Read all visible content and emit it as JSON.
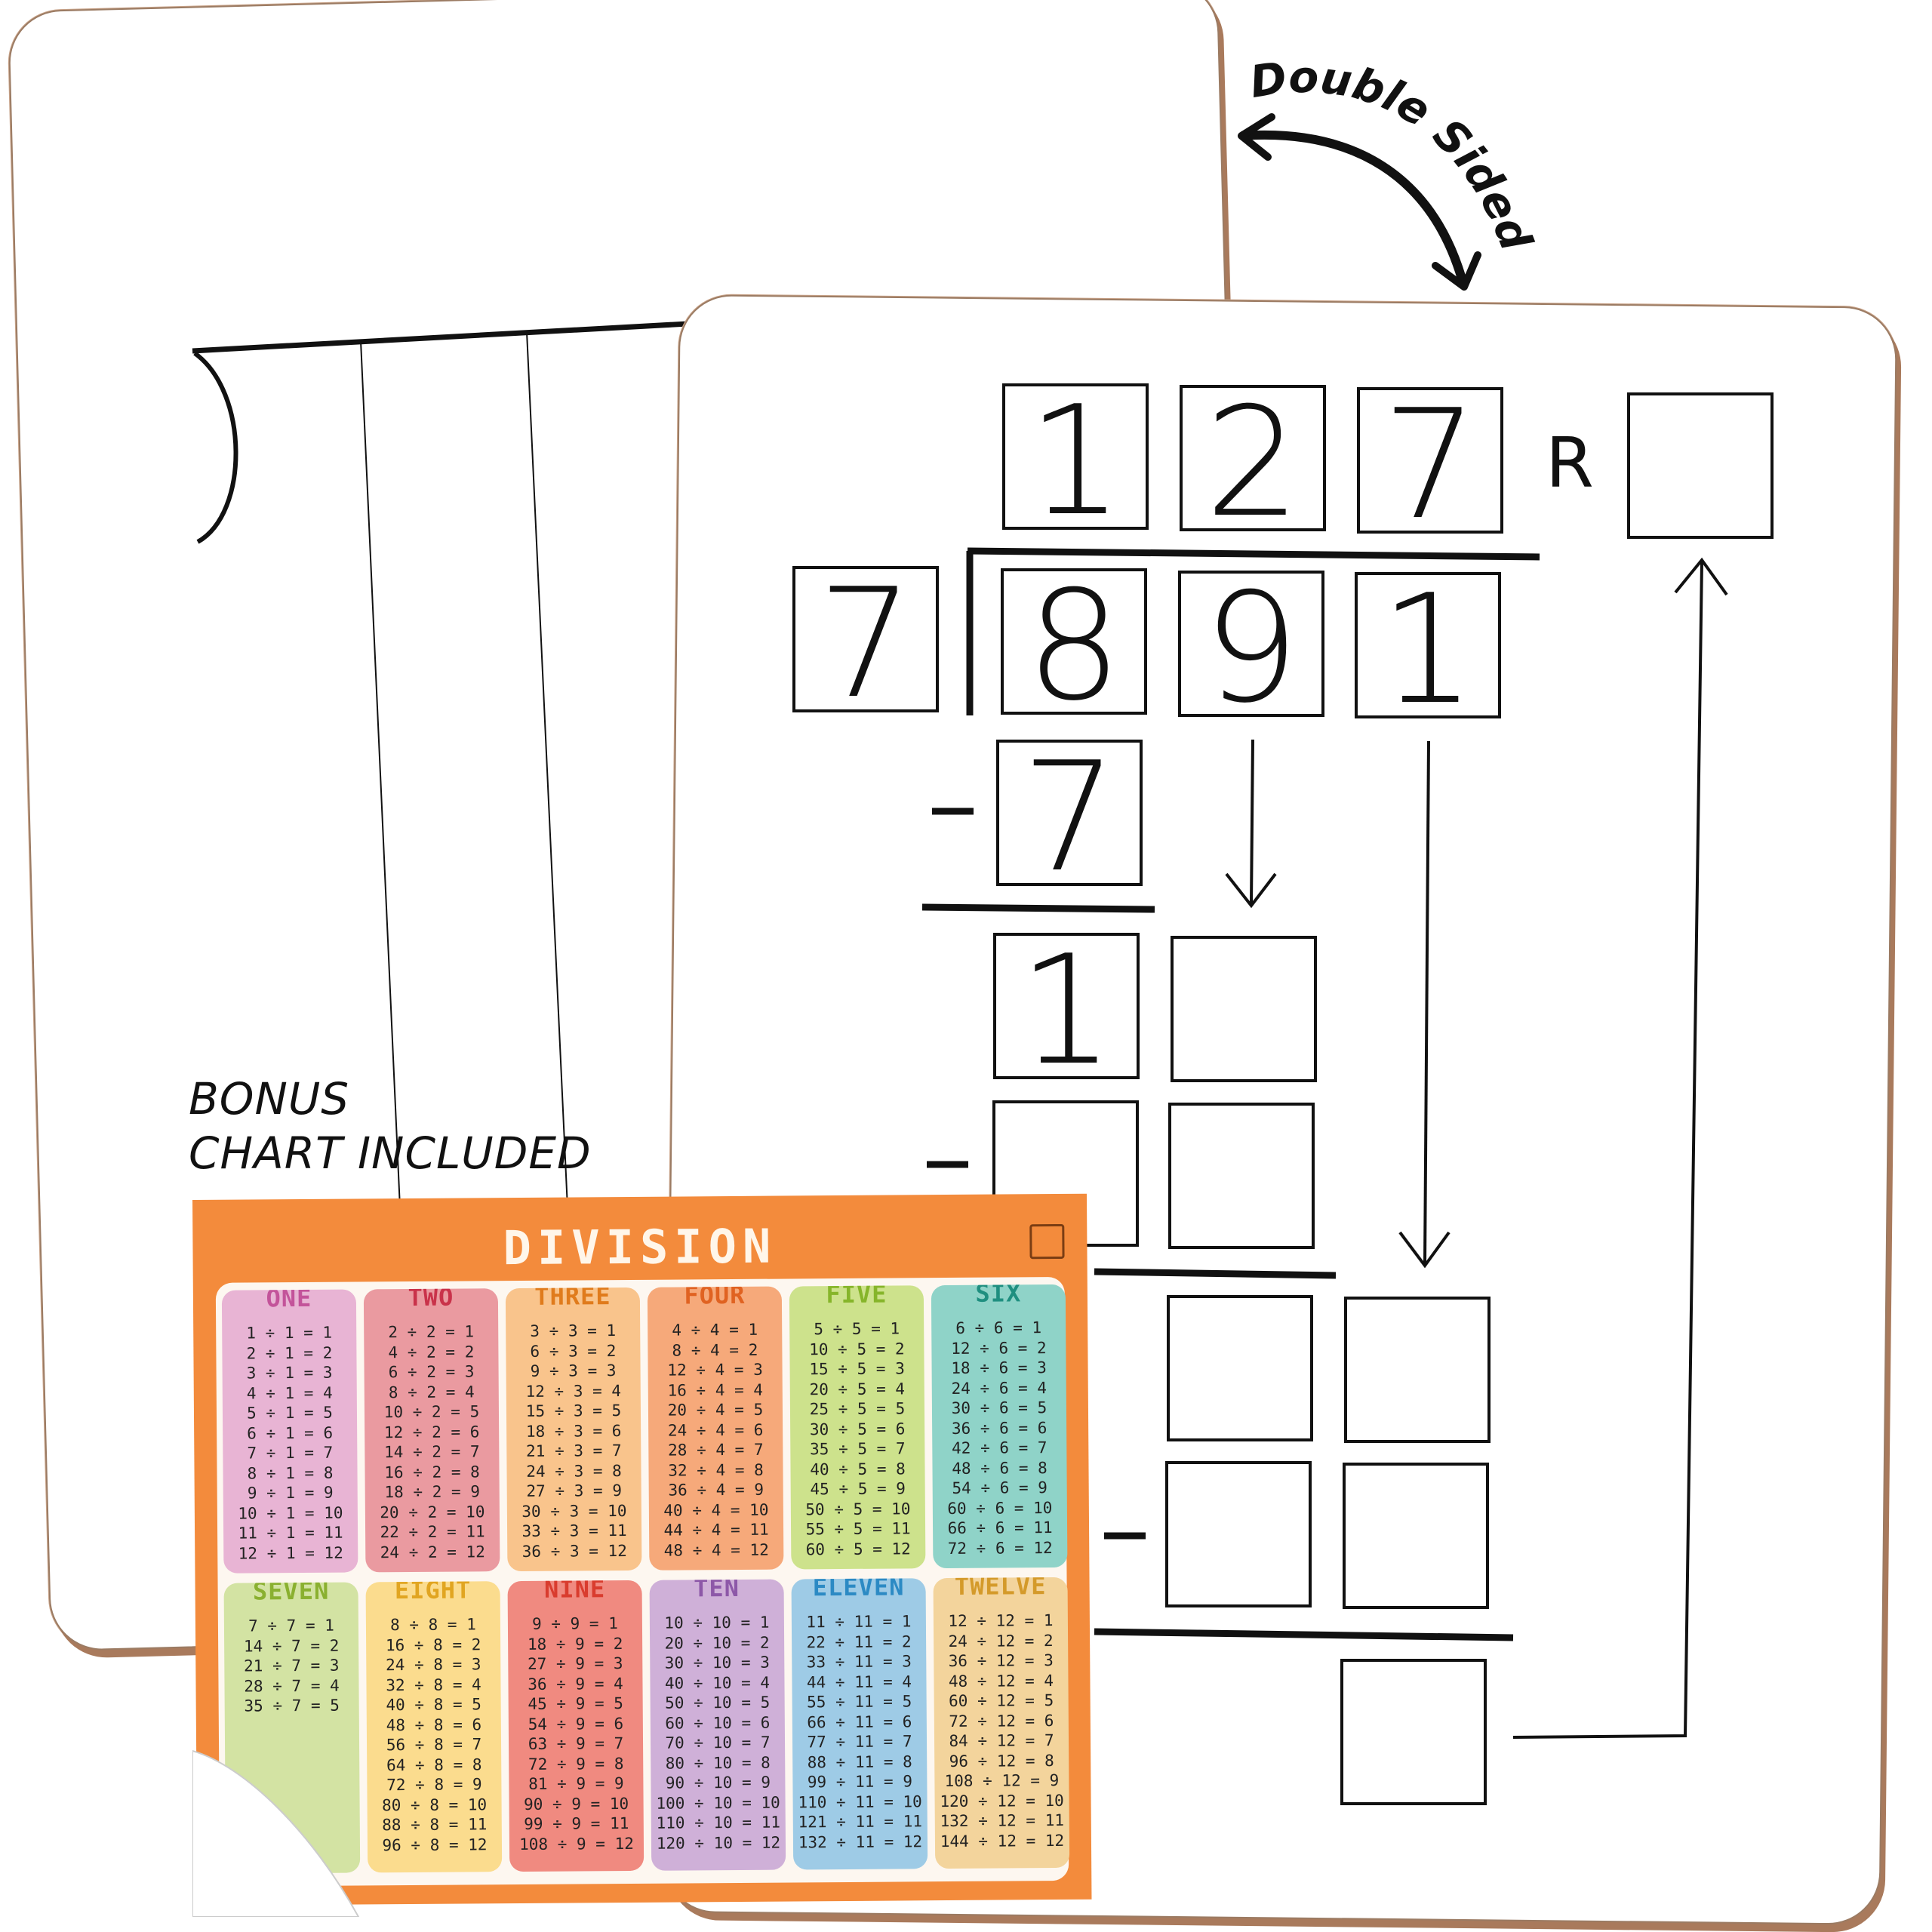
{
  "labels": {
    "double_sided": "Double Sided",
    "bonus_line1": "BONUS",
    "bonus_line2": "CHART INCLUDED"
  },
  "problem": {
    "quotient": [
      "1",
      "2",
      "7"
    ],
    "remainder_label": "R",
    "divisor": "7",
    "dividend": [
      "8",
      "9",
      "1"
    ],
    "step1_subtract": "7",
    "step1_result": "1",
    "minus_sign": "-"
  },
  "chart": {
    "title": "DIVISION",
    "background": "#f38b3c",
    "columns": [
      {
        "title": "ONE",
        "color": "#e8b4d4",
        "title_color": "#c3539a",
        "rows": [
          "1 ÷ 1 = 1",
          "2 ÷ 1 = 2",
          "3 ÷ 1 = 3",
          "4 ÷ 1 = 4",
          "5 ÷ 1 = 5",
          "6 ÷ 1 = 6",
          "7 ÷ 1 = 7",
          "8 ÷ 1 = 8",
          "9 ÷ 1 = 9",
          "10 ÷ 1 = 10",
          "11 ÷ 1 = 11",
          "12 ÷ 1 = 12"
        ]
      },
      {
        "title": "TWO",
        "color": "#ea9aa0",
        "title_color": "#c9324a",
        "rows": [
          "2 ÷ 2 = 1",
          "4 ÷ 2 = 2",
          "6 ÷ 2 = 3",
          "8 ÷ 2 = 4",
          "10 ÷ 2 = 5",
          "12 ÷ 2 = 6",
          "14 ÷ 2 = 7",
          "16 ÷ 2 = 8",
          "18 ÷ 2 = 9",
          "20 ÷ 2 = 10",
          "22 ÷ 2 = 11",
          "24 ÷ 2 = 12"
        ]
      },
      {
        "title": "THREE",
        "color": "#f9c48c",
        "title_color": "#e07b1c",
        "rows": [
          "3 ÷ 3 = 1",
          "6 ÷ 3 = 2",
          "9 ÷ 3 = 3",
          "12 ÷ 3 = 4",
          "15 ÷ 3 = 5",
          "18 ÷ 3 = 6",
          "21 ÷ 3 = 7",
          "24 ÷ 3 = 8",
          "27 ÷ 3 = 9",
          "30 ÷ 3 = 10",
          "33 ÷ 3 = 11",
          "36 ÷ 3 = 12"
        ]
      },
      {
        "title": "FOUR",
        "color": "#f6a97a",
        "title_color": "#e06221",
        "rows": [
          "4 ÷ 4 = 1",
          "8 ÷ 4 = 2",
          "12 ÷ 4 = 3",
          "16 ÷ 4 = 4",
          "20 ÷ 4 = 5",
          "24 ÷ 4 = 6",
          "28 ÷ 4 = 7",
          "32 ÷ 4 = 8",
          "36 ÷ 4 = 9",
          "40 ÷ 4 = 10",
          "44 ÷ 4 = 11",
          "48 ÷ 4 = 12"
        ]
      },
      {
        "title": "FIVE",
        "color": "#cde28c",
        "title_color": "#86b52a",
        "rows": [
          "5 ÷ 5 = 1",
          "10 ÷ 5 = 2",
          "15 ÷ 5 = 3",
          "20 ÷ 5 = 4",
          "25 ÷ 5 = 5",
          "30 ÷ 5 = 6",
          "35 ÷ 5 = 7",
          "40 ÷ 5 = 8",
          "45 ÷ 5 = 9",
          "50 ÷ 5 = 10",
          "55 ÷ 5 = 11",
          "60 ÷ 5 = 12"
        ]
      },
      {
        "title": "SIX",
        "color": "#8fd3c8",
        "title_color": "#1f8f80",
        "rows": [
          "6 ÷ 6 = 1",
          "12 ÷ 6 = 2",
          "18 ÷ 6 = 3",
          "24 ÷ 6 = 4",
          "30 ÷ 6 = 5",
          "36 ÷ 6 = 6",
          "42 ÷ 6 = 7",
          "48 ÷ 6 = 8",
          "54 ÷ 6 = 9",
          "60 ÷ 6 = 10",
          "66 ÷ 6 = 11",
          "72 ÷ 6 = 12"
        ]
      },
      {
        "title": "SEVEN",
        "color": "#d3e3a3",
        "title_color": "#8ab030",
        "rows": [
          "7 ÷ 7 = 1",
          "14 ÷ 7 = 2",
          "21 ÷ 7 = 3",
          "28 ÷ 7 = 4",
          "35 ÷ 7 = 5"
        ]
      },
      {
        "title": "EIGHT",
        "color": "#fbdc8e",
        "title_color": "#e1a521",
        "rows": [
          "8 ÷ 8 = 1",
          "16 ÷ 8 = 2",
          "24 ÷ 8 = 3",
          "32 ÷ 8 = 4",
          "40 ÷ 8 = 5",
          "48 ÷ 8 = 6",
          "56 ÷ 8 = 7",
          "64 ÷ 8 = 8",
          "72 ÷ 8 = 9",
          "80 ÷ 8 = 10",
          "88 ÷ 8 = 11",
          "96 ÷ 8 = 12"
        ]
      },
      {
        "title": "NINE",
        "color": "#f08a80",
        "title_color": "#d93c2e",
        "rows": [
          "9 ÷ 9 = 1",
          "18 ÷ 9 = 2",
          "27 ÷ 9 = 3",
          "36 ÷ 9 = 4",
          "45 ÷ 9 = 5",
          "54 ÷ 9 = 6",
          "63 ÷ 9 = 7",
          "72 ÷ 9 = 8",
          "81 ÷ 9 = 9",
          "90 ÷ 9 = 10",
          "99 ÷ 9 = 11",
          "108 ÷ 9 = 12"
        ]
      },
      {
        "title": "TEN",
        "color": "#cfb0d8",
        "title_color": "#8d58a8",
        "rows": [
          "10 ÷ 10 = 1",
          "20 ÷ 10 = 2",
          "30 ÷ 10 = 3",
          "40 ÷ 10 = 4",
          "50 ÷ 10 = 5",
          "60 ÷ 10 = 6",
          "70 ÷ 10 = 7",
          "80 ÷ 10 = 8",
          "90 ÷ 10 = 9",
          "100 ÷ 10 = 10",
          "110 ÷ 10 = 11",
          "120 ÷ 10 = 12"
        ]
      },
      {
        "title": "ELEVEN",
        "color": "#9ecbe6",
        "title_color": "#2c8ac4",
        "rows": [
          "11 ÷ 11 = 1",
          "22 ÷ 11 = 2",
          "33 ÷ 11 = 3",
          "44 ÷ 11 = 4",
          "55 ÷ 11 = 5",
          "66 ÷ 11 = 6",
          "77 ÷ 11 = 7",
          "88 ÷ 11 = 8",
          "99 ÷ 11 = 9",
          "110 ÷ 11 = 10",
          "121 ÷ 11 = 11",
          "132 ÷ 11 = 12"
        ]
      },
      {
        "title": "TWELVE",
        "color": "#f3d49c",
        "title_color": "#d49a2a",
        "rows": [
          "12 ÷ 12 = 1",
          "24 ÷ 12 = 2",
          "36 ÷ 12 = 3",
          "48 ÷ 12 = 4",
          "60 ÷ 12 = 5",
          "72 ÷ 12 = 6",
          "84 ÷ 12 = 7",
          "96 ÷ 12 = 8",
          "108 ÷ 12 = 9",
          "120 ÷ 12 = 10",
          "132 ÷ 12 = 11",
          "144 ÷ 12 = 12"
        ]
      }
    ]
  }
}
